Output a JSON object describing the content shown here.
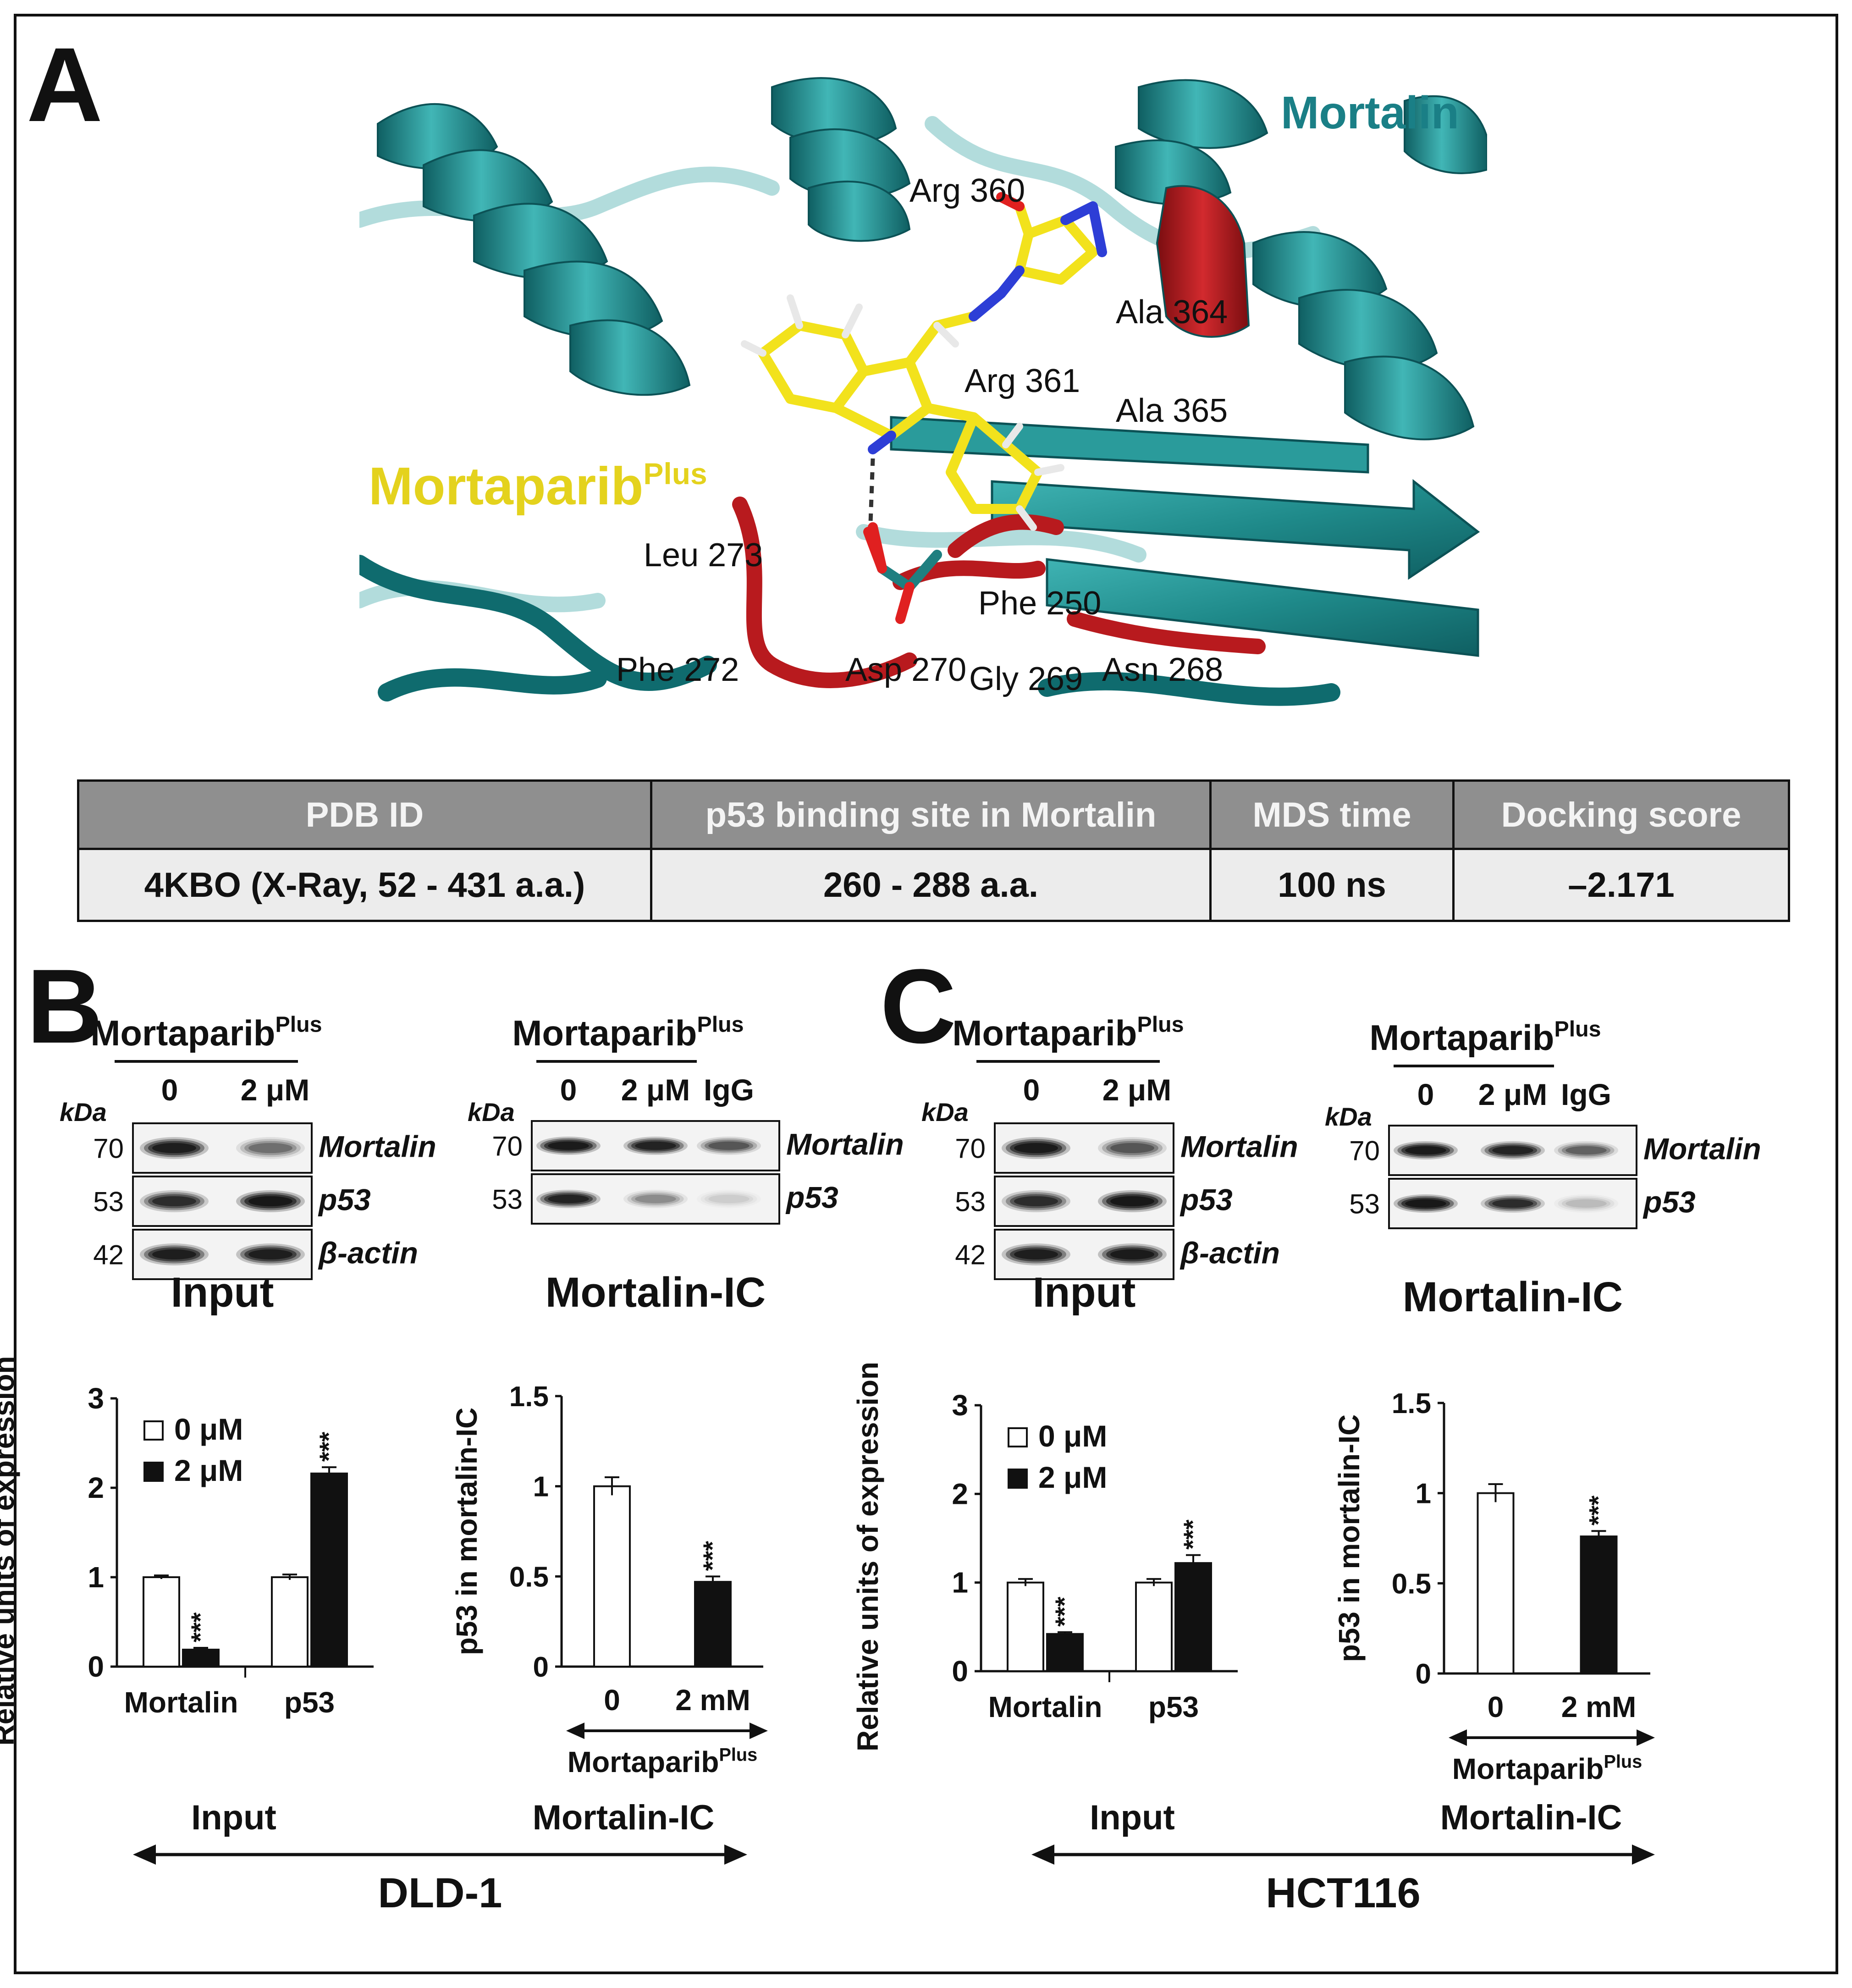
{
  "panels": {
    "a": "A",
    "b": "B",
    "c": "C"
  },
  "structure": {
    "protein_label": "Mortalin",
    "ligand_label": "Mortaparib",
    "ligand_sup": "Plus",
    "residues": [
      "Arg 360",
      "Ala 364",
      "Arg 361",
      "Ala 365",
      "Leu 273",
      "Phe 250",
      "Phe 272",
      "Asp 270",
      "Gly 269",
      "Asn 268"
    ],
    "colors": {
      "ribbon": "#1f8a8a",
      "ribbon_dark": "#0f5f62",
      "residue": "#c0191e",
      "ligand": "#f2e21c",
      "nitrogen": "#2d3ed6",
      "oxygen": "#e02020",
      "protein_text": "#1a7f86",
      "ligand_text": "#e4d21d"
    }
  },
  "table": {
    "headers": [
      "PDB ID",
      "p53 binding site in Mortalin",
      "MDS time",
      "Docking score"
    ],
    "row": [
      "4KBO (X-Ray, 52 - 431 a.a.)",
      "260 - 288 a.a.",
      "100 ns",
      "–2.171"
    ]
  },
  "blots": {
    "drug": "Mortaparib",
    "drug_sup": "Plus",
    "kda": "kDa",
    "input_lanes": [
      "0",
      "2 μM"
    ],
    "ic_lanes": [
      "0",
      "2 μM",
      "IgG"
    ],
    "input_rows": [
      {
        "kda": "70",
        "label": "Mortalin"
      },
      {
        "kda": "53",
        "label": "p53"
      },
      {
        "kda": "42",
        "label": "β-actin"
      }
    ],
    "ic_rows": [
      {
        "kda": "70",
        "label": "Mortalin"
      },
      {
        "kda": "53",
        "label": "p53"
      }
    ],
    "input_caption": "Input",
    "ic_caption": "Mortalin-IC"
  },
  "bottom": {
    "left_label": "Input",
    "right_label": "Mortalin-IC",
    "cell_lines": [
      "DLD-1",
      "HCT116"
    ]
  },
  "chart_data": [
    {
      "type": "bar",
      "panel": "B",
      "cell_line": "DLD-1",
      "categories": [
        "Mortalin",
        "p53"
      ],
      "series": [
        {
          "name": "0 μM",
          "values": [
            1.0,
            1.0
          ],
          "errors": [
            0.02,
            0.03
          ]
        },
        {
          "name": "2 μM",
          "values": [
            0.19,
            2.16
          ],
          "errors": [
            0.02,
            0.07
          ]
        }
      ],
      "ylabel": "Relative units of expression",
      "ylim": [
        0,
        3
      ],
      "yticks": [
        "0",
        "1",
        "2",
        "3"
      ],
      "annotations": [
        {
          "category": "Mortalin",
          "series": "2 μM",
          "text": "***"
        },
        {
          "category": "p53",
          "series": "2 μM",
          "text": "***"
        }
      ],
      "legend": "top-left",
      "colors": [
        "#ffffff",
        "#111111"
      ]
    },
    {
      "type": "bar",
      "panel": "B",
      "cell_line": "DLD-1",
      "categories": [
        "0",
        "2 mM"
      ],
      "values": [
        1.0,
        0.47
      ],
      "errors": [
        0.05,
        0.03
      ],
      "xlabel": "Mortaparib",
      "xlabel_sup": "Plus",
      "ylabel": "p53 in mortalin-IC",
      "ylim": [
        0,
        1.5
      ],
      "yticks": [
        "0",
        "0.5",
        "1",
        "1.5"
      ],
      "annotations": [
        {
          "category": "2 mM",
          "text": "***"
        }
      ],
      "colors": [
        "#ffffff",
        "#111111"
      ]
    },
    {
      "type": "bar",
      "panel": "C",
      "cell_line": "HCT116",
      "categories": [
        "Mortalin",
        "p53"
      ],
      "series": [
        {
          "name": "0 μM",
          "values": [
            1.0,
            1.0
          ],
          "errors": [
            0.04,
            0.04
          ]
        },
        {
          "name": "2 μM",
          "values": [
            0.42,
            1.22
          ],
          "errors": [
            0.02,
            0.09
          ]
        }
      ],
      "ylabel": "Relative units of expression",
      "ylim": [
        0,
        3
      ],
      "yticks": [
        "0",
        "1",
        "2",
        "3"
      ],
      "annotations": [
        {
          "category": "Mortalin",
          "series": "2 μM",
          "text": "***"
        },
        {
          "category": "p53",
          "series": "2 μM",
          "text": "***"
        }
      ],
      "legend": "top-left",
      "colors": [
        "#ffffff",
        "#111111"
      ]
    },
    {
      "type": "bar",
      "panel": "C",
      "cell_line": "HCT116",
      "categories": [
        "0",
        "2 mM"
      ],
      "values": [
        1.0,
        0.76
      ],
      "errors": [
        0.05,
        0.03
      ],
      "xlabel": "Mortaparib",
      "xlabel_sup": "Plus",
      "ylabel": "p53 in mortalin-IC",
      "ylim": [
        0,
        1.5
      ],
      "yticks": [
        "0",
        "0.5",
        "1",
        "1.5"
      ],
      "annotations": [
        {
          "category": "2 mM",
          "text": "***"
        }
      ],
      "colors": [
        "#ffffff",
        "#111111"
      ]
    }
  ]
}
